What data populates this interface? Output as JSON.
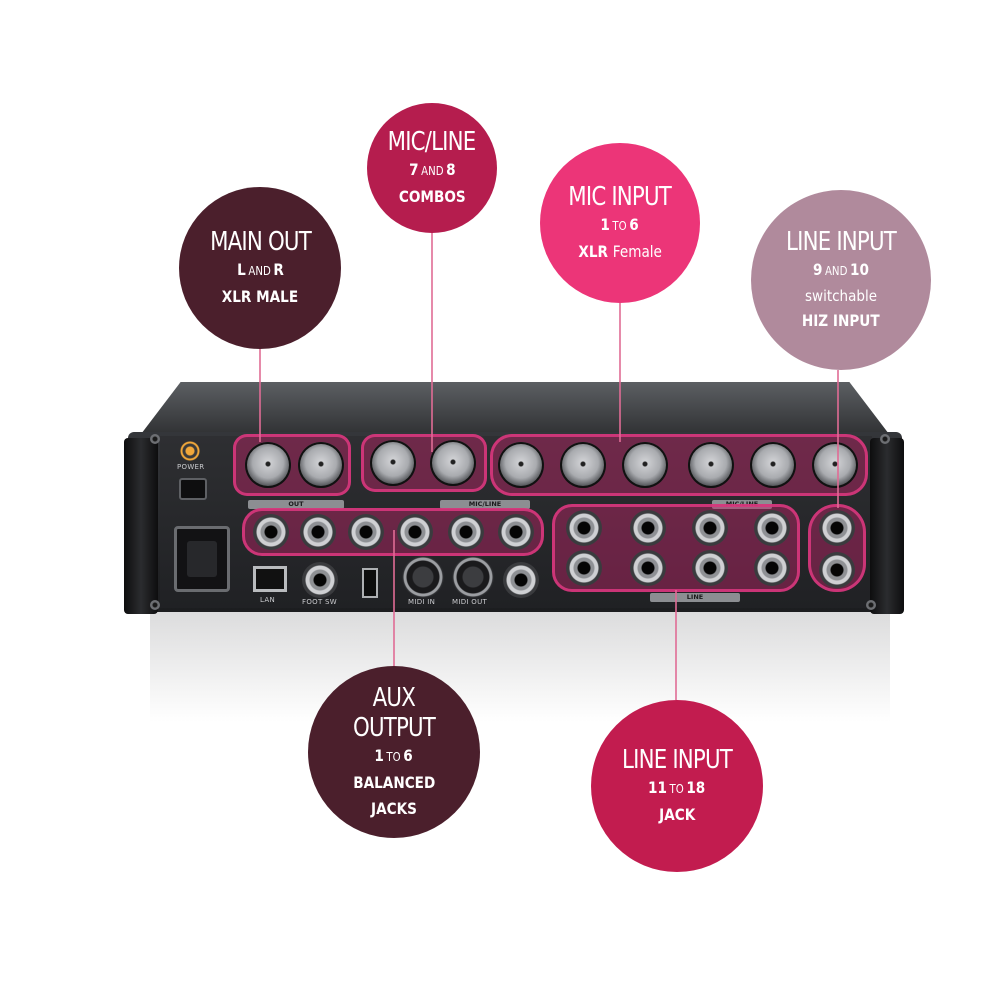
{
  "callouts": {
    "main_out": {
      "title": "MAIN OUT",
      "line2_a": "L",
      "line2_mid": "AND",
      "line2_b": "R",
      "line3": "XLR MALE",
      "color": "#4b1f2c"
    },
    "mic_line": {
      "title": "MIC/LINE",
      "line2_a": "7",
      "line2_mid": "AND",
      "line2_b": "8",
      "line3": "COMBOS",
      "color": "#b51d4e"
    },
    "mic_input": {
      "title": "MIC INPUT",
      "line2_a": "1",
      "line2_mid": "TO",
      "line2_b": "6",
      "line3_bold": "XLR",
      "line3_rest": "Female",
      "color": "#ec3578"
    },
    "line_input_9_10": {
      "title": "LINE INPUT",
      "line2_a": "9",
      "line2_mid": "AND",
      "line2_b": "10",
      "line3": "switchable",
      "line4": "HIZ INPUT",
      "color": "#b08a9c"
    },
    "aux_output": {
      "title_1": "AUX",
      "title_2": "OUTPUT",
      "line2_a": "1",
      "line2_mid": "TO",
      "line2_b": "6",
      "line3": "BALANCED",
      "line4": "JACKS",
      "color": "#4b1f2c"
    },
    "line_input_11_18": {
      "title": "LINE INPUT",
      "line2_a": "11",
      "line2_mid": "TO",
      "line2_b": "18",
      "line3": "JACK",
      "color": "#c21c4f"
    }
  },
  "panel_labels": {
    "power": "POWER",
    "out": "OUT",
    "mic_line": "MIC/LINE",
    "mic_line_right": "MIC/LINE",
    "line": "LINE",
    "lan": "LAN",
    "foot_sw": "FOOT SW",
    "midi_in": "MIDI IN",
    "midi_out": "MIDI OUT"
  },
  "highlight_color": "#be2369",
  "connector_line_color": "#e06c95"
}
